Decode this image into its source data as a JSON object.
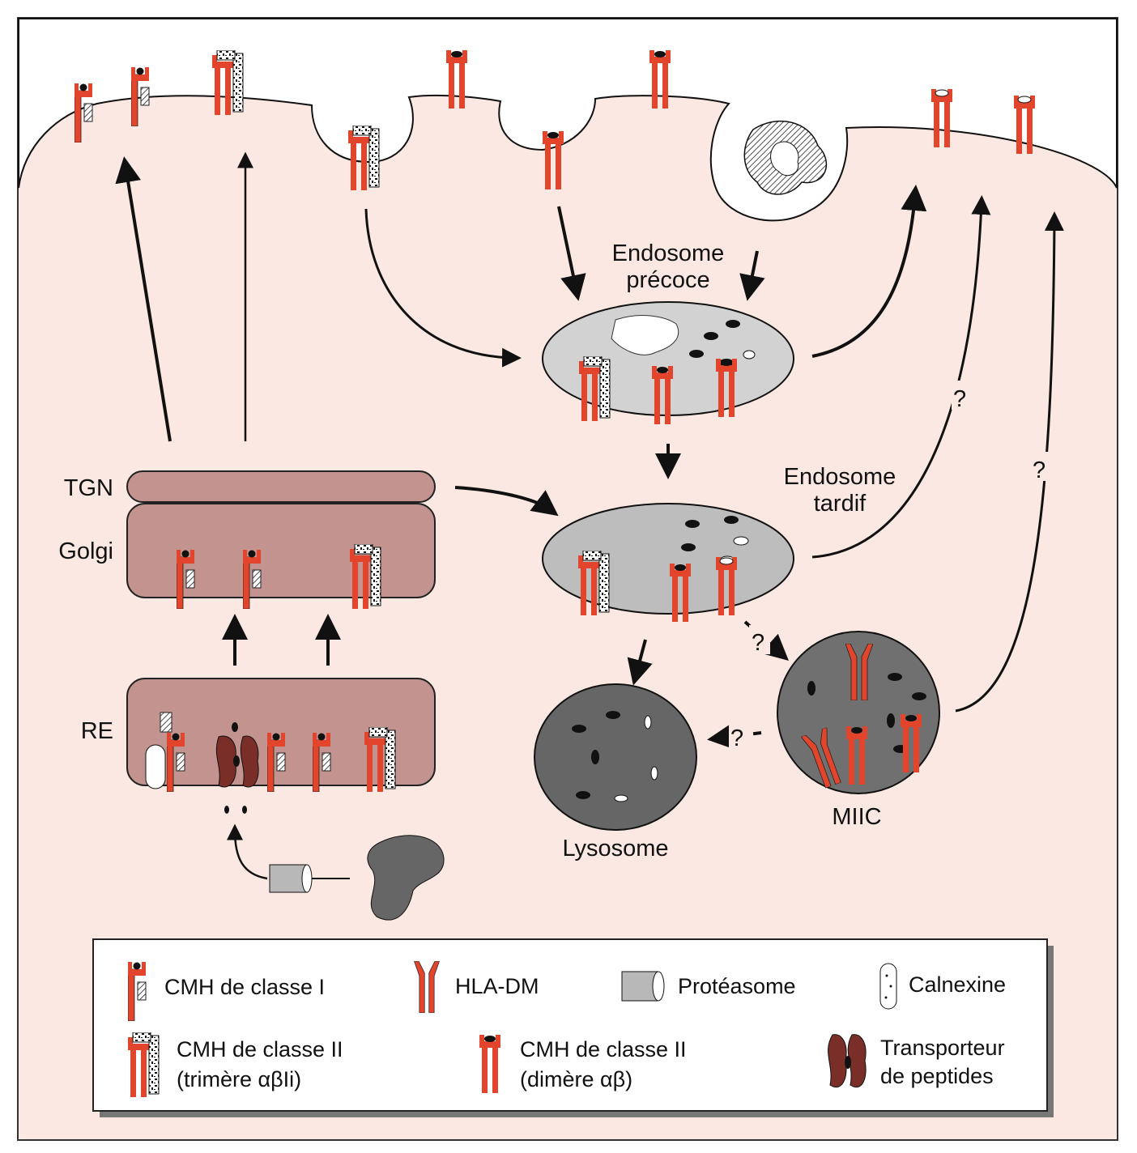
{
  "labels": {
    "endosome_early_1": "Endosome",
    "endosome_early_2": "précoce",
    "endosome_late_1": "Endosome",
    "endosome_late_2": "tardif",
    "tgn": "TGN",
    "golgi": "Golgi",
    "re": "RE",
    "lysosome": "Lysosome",
    "miic": "MIIC",
    "question": "?"
  },
  "legend": {
    "class1": "CMH de classe I",
    "hladm": "HLA-DM",
    "proteasome": "Protéasome",
    "calnexine": "Calnexine",
    "class2_trimer_1": "CMH de classe II",
    "class2_trimer_2": "(trimère αβIi)",
    "class2_dimer_1": "CMH de classe II",
    "class2_dimer_2": "(dimère αβ)",
    "tap_1": "Transporteur",
    "tap_2": "de peptides"
  },
  "colors": {
    "mhc_red": "#e2452b",
    "cytoplasm": "#fbe8e2",
    "golgi": "#c3948f",
    "early_endosome": "#d2d2d2",
    "late_endosome": "#bdbdbd",
    "miic": "#707070",
    "lysosome": "#666666",
    "transporter": "#7a2e28"
  }
}
